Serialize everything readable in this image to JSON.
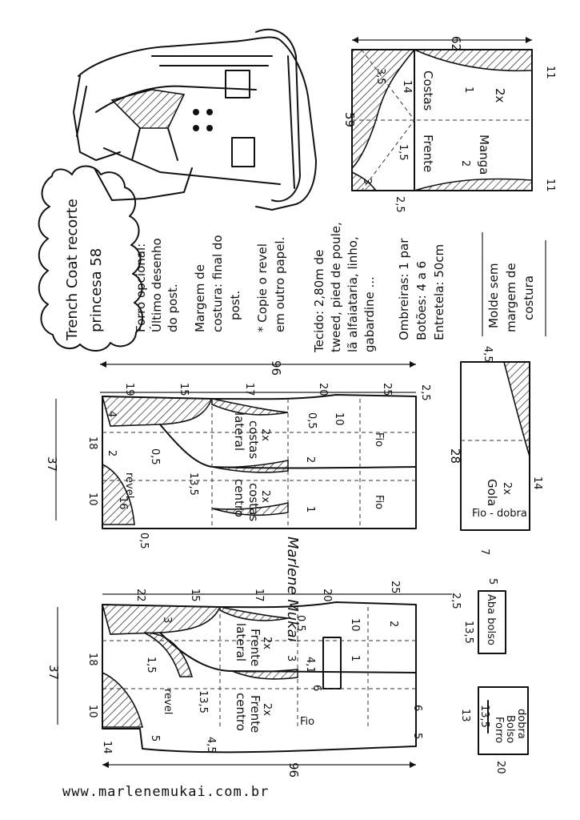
{
  "title": {
    "line1": "Trench Coat recorte",
    "line2": "princesa 58"
  },
  "notes": {
    "forro1": "Forro opcional:",
    "forro2": "Último desenho",
    "forro3": "do post.",
    "margem1": "Margem de",
    "margem2": "costura: final do",
    "margem3": "post.",
    "copie1": "* Copie o revel",
    "copie2": "em outro papel.",
    "tecido1": "Tecido: 2,80m de",
    "tecido2": "tweed, pied de poule,",
    "tecido3": "lã alfaiataria, linho,",
    "tecido4": "gabardine ...",
    "ombreiras": "Ombreiras: 1 par",
    "botoes": "Botões: 4 a 6",
    "entretela": "Entretela: 50cm",
    "molde1": "Molde sem",
    "molde2": "margem de",
    "molde3": "costura"
  },
  "sleeve": {
    "width": "62",
    "cap_h": "3,5",
    "height": "59",
    "left_mark": "3",
    "right_top": "11",
    "right_bottom": "11",
    "dip": "2,5",
    "m14": "14",
    "m15": "1,5",
    "m1": "1",
    "m2": "2",
    "costas": "Costas",
    "frente": "Frente",
    "manga": "Manga",
    "qty": "2x"
  },
  "back": {
    "length": "96",
    "s19": "19",
    "s15": "15",
    "s17": "17",
    "s20": "20",
    "s25": "25",
    "s25b": "2,5",
    "height": "37",
    "h18": "18",
    "h10": "10",
    "h4": "4",
    "h2": "2",
    "h135": "13,5",
    "m05a": "0,5",
    "m05b": "0,5",
    "m05c": "0,5",
    "m10": "10",
    "m2": "2",
    "m1": "1",
    "m16": "16",
    "revel": "revel",
    "lateral": "lateral",
    "lateral2": "costas",
    "lateral_qty": "2x",
    "centro": "centro",
    "centro2": "costas",
    "centro_qty": "2x",
    "fio1": "Fio",
    "fio2": "Fio"
  },
  "collar": {
    "top": "4,5",
    "length": "28",
    "name": "Gola",
    "qty": "2x",
    "fio": "Fio - dobra",
    "bottom": "7",
    "right": "14"
  },
  "front": {
    "length": "96",
    "s22": "22",
    "s15": "15",
    "s17": "17",
    "s20": "20",
    "s25": "25",
    "s25b": "2,5",
    "height": "37",
    "h18": "18",
    "h10": "10",
    "h14": "14",
    "h3": "3",
    "h15": "1,5",
    "h135": "13,5",
    "h5a": "5",
    "h5b": "5",
    "h45": "4,5",
    "m05": "0,5",
    "m10": "10",
    "m2": "2",
    "m3": "3",
    "m41": "4,1",
    "m6": "6",
    "m6b": "6",
    "m1": "1",
    "revel": "revel",
    "lateral": "lateral",
    "lateral2": "Frente",
    "lateral_qty": "2x",
    "centro": "centro",
    "centro2": "Frente",
    "centro_qty": "2x",
    "fio": "Fio"
  },
  "pocket_flap": {
    "w": "5",
    "h": "13,5",
    "name": "Aba bolso"
  },
  "pocket_lining": {
    "w": "13",
    "inner": "13,5",
    "name1": "Forro",
    "name2": "Bolso",
    "name3": "dobra",
    "h": "20"
  },
  "signature": "Marlene Mukai",
  "website": "www.marlenemukai.com.br"
}
